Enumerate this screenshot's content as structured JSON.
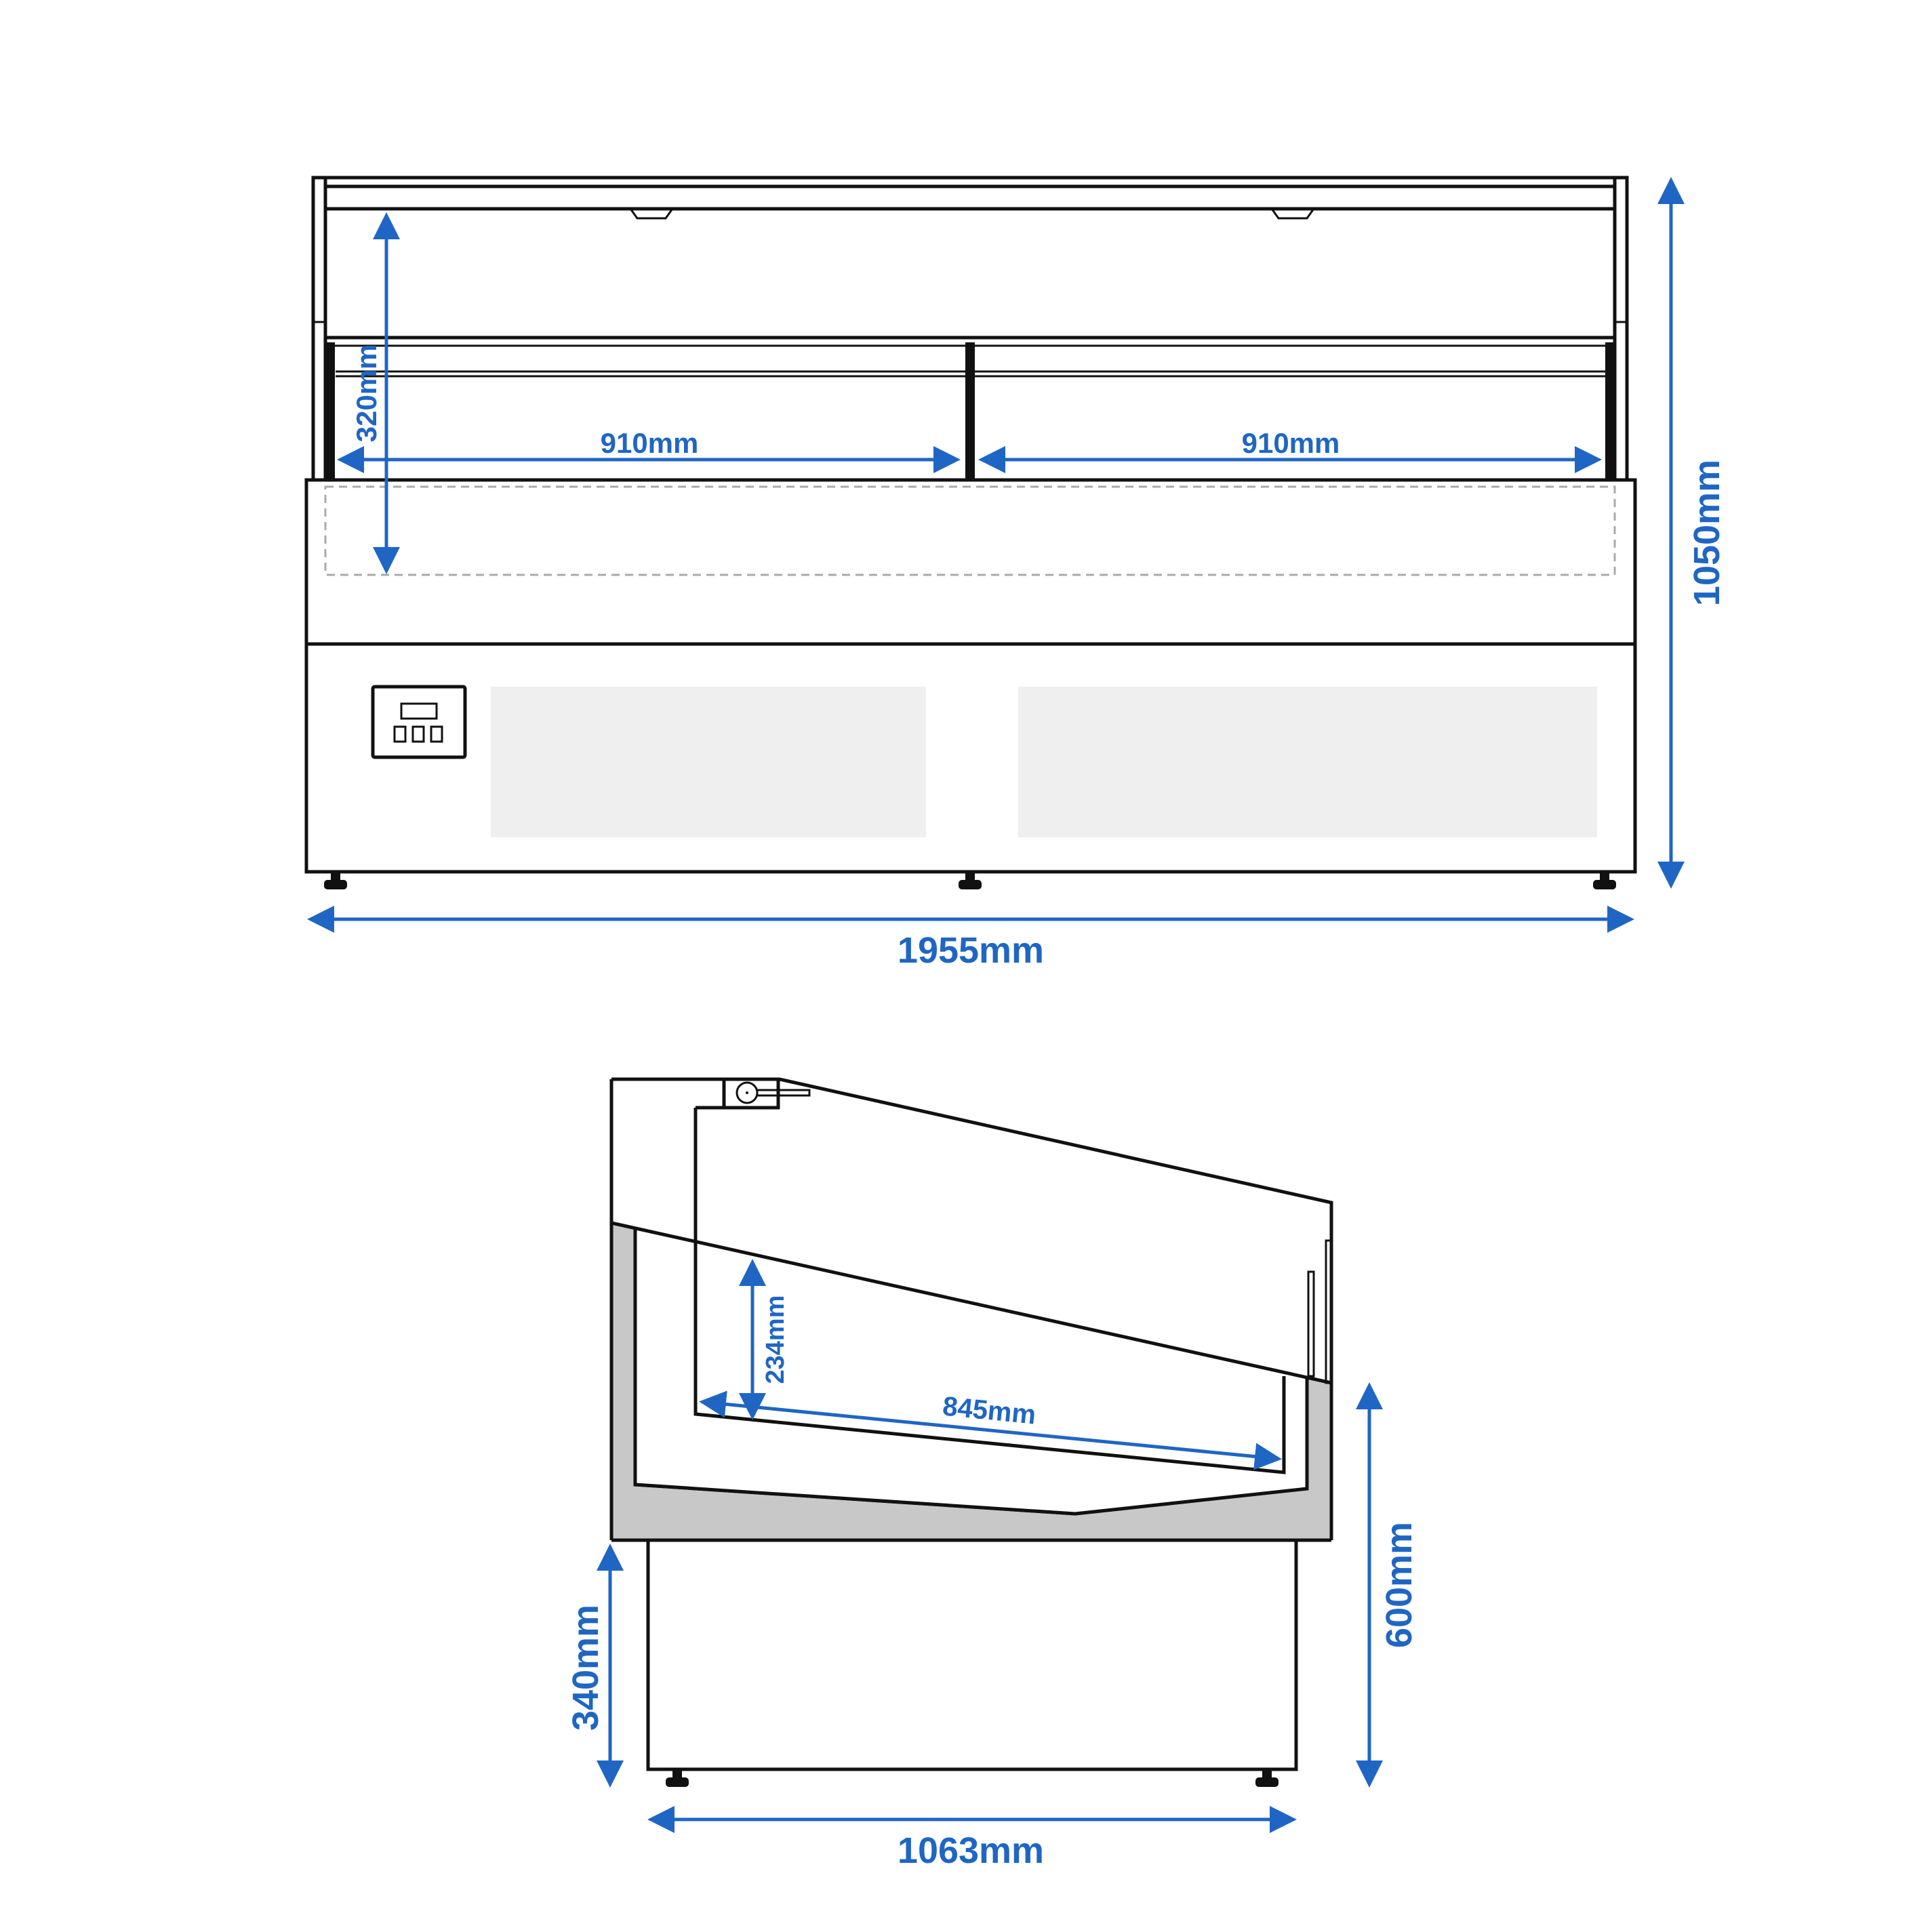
{
  "colors": {
    "dimension": "#1f66c4",
    "outline": "#111111",
    "panel_fill": "#efefef",
    "insulation_fill": "#c8c8c8"
  },
  "front_view": {
    "compartment_depth": "320mm",
    "compartment_left_width": "910mm",
    "compartment_right_width": "910mm",
    "total_width": "1955mm",
    "total_height": "1050mm"
  },
  "side_view": {
    "inner_height": "234mm",
    "inner_depth": "845mm",
    "base_height": "340mm",
    "counter_height": "600mm",
    "total_depth": "1063mm"
  }
}
